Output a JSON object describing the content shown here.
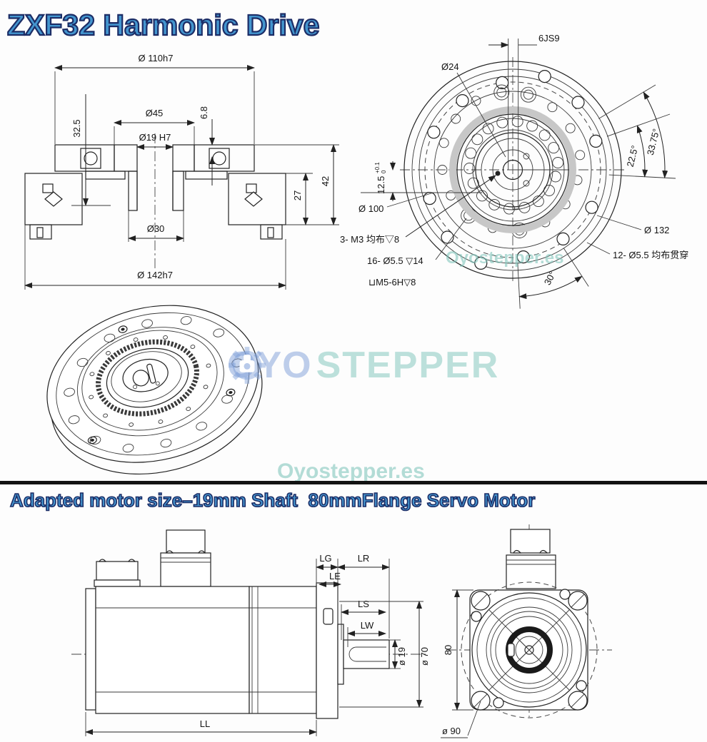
{
  "header": {
    "title": "ZXF32 Harmonic Drive"
  },
  "section2": {
    "title": "Adapted motor size–19mm Shaft  80mmFlange Servo Motor"
  },
  "watermark": {
    "brand_left": "OYO",
    "brand_right": "STEPPER",
    "site_top": "Oyostepper.es",
    "site_bottom": "Oyostepper.es",
    "gear_icon": "gear-motor-icon"
  },
  "colors": {
    "title_fill": "#4496cf",
    "title_stroke": "#1c2d66",
    "watermark_blue": "#7d9ed8",
    "watermark_teal": "#87c9bf",
    "line": "#222222",
    "divider": "#121212"
  },
  "cross_section": {
    "dims": {
      "d110": "Ø 110h7",
      "h325": "32.5",
      "d45": "Ø45",
      "d19": "Ø19 H7",
      "h68": "6.8",
      "v42": "42",
      "v27": "27",
      "d30": "Ø30",
      "d142": "Ø 142h7"
    }
  },
  "front_view": {
    "dims": {
      "key": "6JS9",
      "d24": "Ø24",
      "d125": "12.5",
      "d125_tol_top": "+0.1",
      "d125_tol_bot": "0",
      "d100": "Ø 100",
      "m3": "3- M3 均布▽8",
      "h16": "16- Ø5.5 ▽14",
      "m5": "⊔M5-6H▽8",
      "d132": "Ø 132",
      "h12": "12- Ø5.5 均布贯穿",
      "a30": "30°",
      "a225": "22.5°",
      "a3375": "33.75°"
    }
  },
  "motor_side": {
    "labels": {
      "lg": "LG",
      "lr": "LR",
      "le": "LE",
      "ls": "LS",
      "lw": "LW",
      "d19": "ø 19",
      "d70": "ø 70",
      "ll": "LL"
    }
  },
  "motor_front": {
    "labels": {
      "h80": "80",
      "d90": "ø 90"
    }
  }
}
